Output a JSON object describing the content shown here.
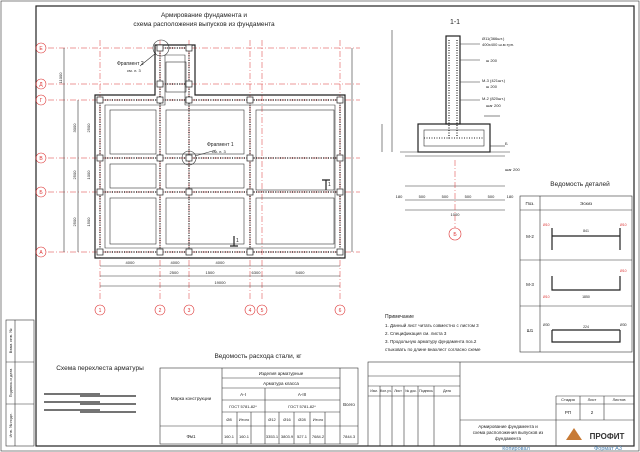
{
  "plan": {
    "title_line1": "Армирование фундамента и",
    "title_line2": "схема расположения выпусков из фундамента",
    "fragment2": "Фрагмент 2",
    "fragment2_ref": "см. л. 3",
    "fragment1": "Фрагмент 1",
    "fragment1_ref": "см. л. 3",
    "row_labels": [
      "Е",
      "Д",
      "Г",
      "В",
      "Б",
      "А"
    ],
    "col_labels": [
      "1",
      "2",
      "3",
      "4",
      "5",
      "6"
    ],
    "dims_bottom": [
      "4000",
      "4000",
      "4000",
      "6300",
      "5400"
    ],
    "dims_bottom2": [
      "2500",
      "1500"
    ],
    "dim_total": "19000",
    "dims_left": [
      "3000",
      "2500",
      "2500",
      "2500",
      "1000",
      "1500"
    ],
    "dim_left_total": "11000",
    "section_mark": "1",
    "section_mark2": "1"
  },
  "section": {
    "title": "1-1",
    "labels": [
      "Ø11(366шт.)",
      "400х400 ш.м.трн.",
      "ш 200",
      "М-3 (421шт.)",
      "ш 200",
      "М-2 (820шт.)",
      "шаг 200",
      "Б",
      "шаг 200"
    ],
    "bottom_dims": [
      "180",
      "500",
      "500",
      "500",
      "500",
      "180"
    ],
    "bottom_total": "1000",
    "axis_mark": "Б"
  },
  "details": {
    "title": "Ведомость деталей",
    "col_pos": "Поз.",
    "col_sketch": "Эскиз",
    "rows": [
      {
        "pos": "М-2",
        "dims": [
          "Ø10",
          "841",
          "Ø10"
        ]
      },
      {
        "pos": "М-3",
        "dims": [
          "Ø10",
          "1850",
          "Ø10"
        ]
      },
      {
        "pos": "Ш1",
        "dims": [
          "Ø30",
          "224",
          "Ø30"
        ]
      }
    ]
  },
  "notes": {
    "heading": "Примечание",
    "lines": [
      "1. Данный лист читать совместно с листом 3",
      "2. Спецификация см. листа 3",
      "3. Продольную арматуру фундамента поз.2",
      "стыковать по длине внахлест согласно схеме"
    ]
  },
  "steel": {
    "title": "Ведомость расхода стали, кг",
    "col_mark": "Марка конструкции",
    "col_products": "Изделия арматурные",
    "col_class": "Арматура класса",
    "col_a1": "А-I",
    "col_a3": "А-III",
    "col_gost1": "ГОСТ 5781-82*",
    "col_gost2": "ГОСТ 5781-82*",
    "col_total": "Всего",
    "sub_headers": [
      "Ø8",
      "Итого",
      "Ø12",
      "Ø16",
      "Ø28",
      "Итого"
    ],
    "row": {
      "mark": "Фм1",
      "values": [
        "160.1",
        "160.1",
        "3353.1",
        "3803.9",
        "527.1",
        "7684.2",
        "7844.3"
      ]
    }
  },
  "overlap": {
    "title": "Схема перехлеста арматуры"
  },
  "stamp": {
    "headers": [
      "Изм.",
      "Кол.уч.",
      "Лист",
      "№ док.",
      "Подпись",
      "Дата"
    ],
    "stage_header": "Стадия",
    "sheet_header": "Лист",
    "sheets_header": "Листов",
    "stage": "РП",
    "sheet": "2",
    "description_line1": "Армирование фундамента и",
    "description_line2": "схема расположения выпусков из",
    "description_line3": "фундамента",
    "company": "ПРОФИТ",
    "copy_label": "Копировал",
    "format_label": "Формат А3"
  },
  "side_stamp": [
    "Инв. № подл.",
    "Подпись и дата",
    "Взам. инв. №"
  ]
}
